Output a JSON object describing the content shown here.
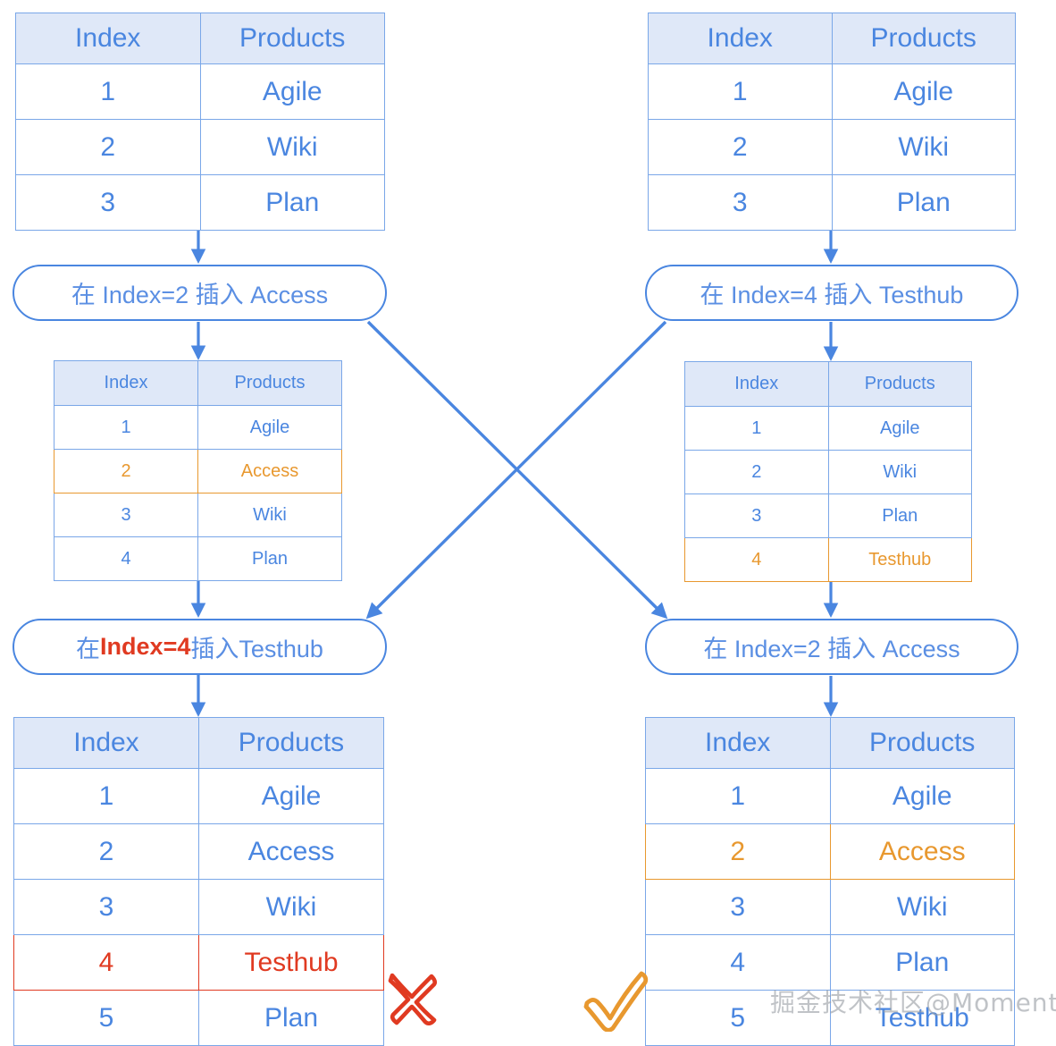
{
  "theme": {
    "blue": "#4a86e0",
    "blue_border": "#7aa7e8",
    "header_bg": "#dfe8f8",
    "orange": "#e8982f",
    "red": "#e03a21",
    "white": "#ffffff"
  },
  "columns": [
    "Index",
    "Products"
  ],
  "branches": {
    "left": {
      "title": "left-branch",
      "step1_table": {
        "name": "initial-table",
        "rows": [
          {
            "index": "1",
            "product": "Agile",
            "state": "normal"
          },
          {
            "index": "2",
            "product": "Wiki",
            "state": "normal"
          },
          {
            "index": "3",
            "product": "Plan",
            "state": "normal"
          }
        ]
      },
      "step1_action": {
        "full": "在 Index=2 插入 Access",
        "parts": [
          {
            "text": "在 Index=2 插入 Access",
            "highlight": "none"
          }
        ]
      },
      "step2_table": {
        "name": "after-insert-access",
        "rows": [
          {
            "index": "1",
            "product": "Agile",
            "state": "normal"
          },
          {
            "index": "2",
            "product": "Access",
            "state": "orange"
          },
          {
            "index": "3",
            "product": "Wiki",
            "state": "normal"
          },
          {
            "index": "4",
            "product": "Plan",
            "state": "normal"
          }
        ]
      },
      "step2_action": {
        "full": "在 Index=4 插入Testhub",
        "parts": [
          {
            "text": "在 ",
            "highlight": "none"
          },
          {
            "text": "Index=4",
            "highlight": "red"
          },
          {
            "text": " 插入Testhub",
            "highlight": "none"
          }
        ]
      },
      "step3_table": {
        "name": "final-table-wrong",
        "rows": [
          {
            "index": "1",
            "product": "Agile",
            "state": "normal"
          },
          {
            "index": "2",
            "product": "Access",
            "state": "normal"
          },
          {
            "index": "3",
            "product": "Wiki",
            "state": "normal"
          },
          {
            "index": "4",
            "product": "Testhub",
            "state": "red"
          },
          {
            "index": "5",
            "product": "Plan",
            "state": "normal"
          }
        ]
      },
      "verdict": "cross"
    },
    "right": {
      "title": "right-branch",
      "step1_table": {
        "name": "initial-table",
        "rows": [
          {
            "index": "1",
            "product": "Agile",
            "state": "normal"
          },
          {
            "index": "2",
            "product": "Wiki",
            "state": "normal"
          },
          {
            "index": "3",
            "product": "Plan",
            "state": "normal"
          }
        ]
      },
      "step1_action": {
        "full": "在 Index=4 插入 Testhub",
        "parts": [
          {
            "text": "在 Index=4 插入 Testhub",
            "highlight": "none"
          }
        ]
      },
      "step2_table": {
        "name": "after-insert-testhub",
        "rows": [
          {
            "index": "1",
            "product": "Agile",
            "state": "normal"
          },
          {
            "index": "2",
            "product": "Wiki",
            "state": "normal"
          },
          {
            "index": "3",
            "product": "Plan",
            "state": "normal"
          },
          {
            "index": "4",
            "product": "Testhub",
            "state": "orange"
          }
        ]
      },
      "step2_action": {
        "full": "在 Index=2 插入 Access",
        "parts": [
          {
            "text": "在 Index=2 插入 Access",
            "highlight": "none"
          }
        ]
      },
      "step3_table": {
        "name": "final-table-correct",
        "rows": [
          {
            "index": "1",
            "product": "Agile",
            "state": "normal"
          },
          {
            "index": "2",
            "product": "Access",
            "state": "orange"
          },
          {
            "index": "3",
            "product": "Wiki",
            "state": "normal"
          },
          {
            "index": "4",
            "product": "Plan",
            "state": "normal"
          },
          {
            "index": "5",
            "product": "Testhub",
            "state": "normal"
          }
        ]
      },
      "verdict": "check"
    }
  },
  "watermark": "掘金技术社区@Moment"
}
